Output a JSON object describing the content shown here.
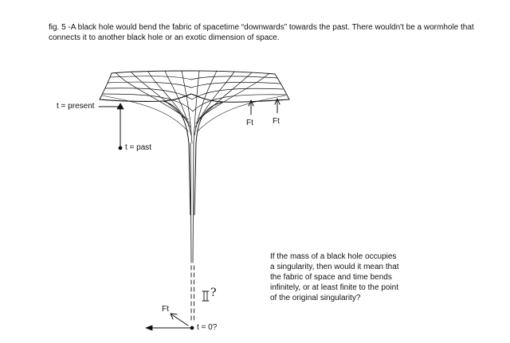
{
  "caption": "fig. 5 -A black hole would bend the fabric of spacetime “downwards” towards the past. There wouldn't be a wormhole that connects it to another black hole or an exotic dimension of space.",
  "labels": {
    "t_present": "t = present",
    "t_past": "t = past",
    "t_zero": "t = 0?",
    "ft_right_1": "Ft",
    "ft_right_2": "Ft",
    "ft_bottom": "Ft",
    "question_mark": "?"
  },
  "note": "If the mass of a black hole occupies\na singularity, then would it mean that\nthe fabric of space and time bends\ninfinitely, or at least finite to the point\nof the original singularity?",
  "colors": {
    "ink": "#111111",
    "paper": "#ffffff"
  }
}
